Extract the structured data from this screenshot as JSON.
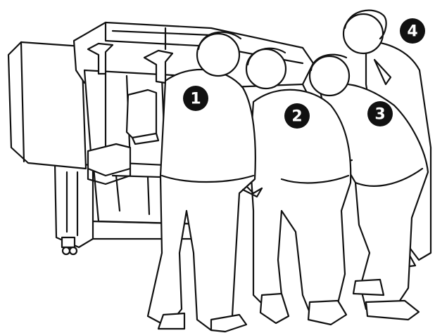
{
  "badges": [
    {
      "number": "1"
    },
    {
      "number": "2"
    },
    {
      "number": "3"
    },
    {
      "number": "4"
    }
  ],
  "colors": {
    "line": "#111111",
    "fill": "#ffffff",
    "badge": "#111111"
  }
}
